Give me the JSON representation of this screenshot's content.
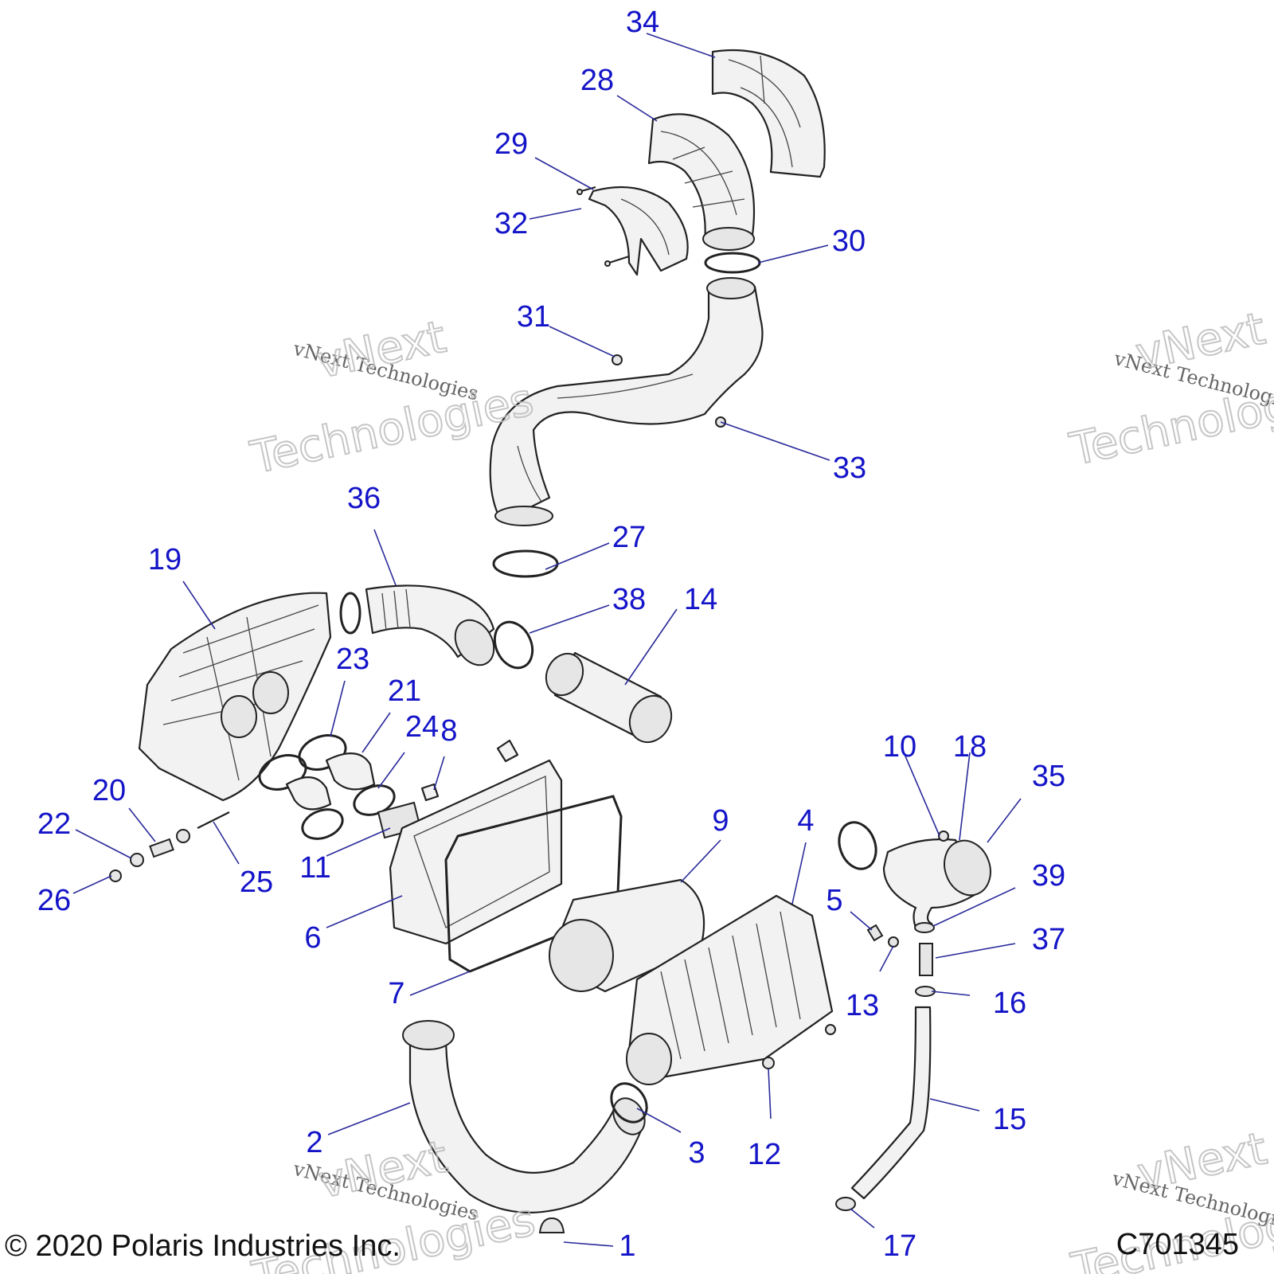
{
  "callouts": [
    "1",
    "2",
    "3",
    "4",
    "5",
    "6",
    "7",
    "8",
    "9",
    "10",
    "11",
    "12",
    "13",
    "14",
    "15",
    "16",
    "17",
    "18",
    "19",
    "20",
    "21",
    "22",
    "23",
    "24",
    "25",
    "26",
    "27",
    "28",
    "29",
    "30",
    "31",
    "32",
    "33",
    "34",
    "35",
    "36",
    "37",
    "38",
    "39"
  ],
  "watermark": {
    "line": "vNext Technologies",
    "big_word1": "vNext",
    "big_word2": "Technologies"
  },
  "footer": {
    "copyright": "© 2020 Polaris Industries Inc.",
    "drawing_number": "C701345"
  }
}
